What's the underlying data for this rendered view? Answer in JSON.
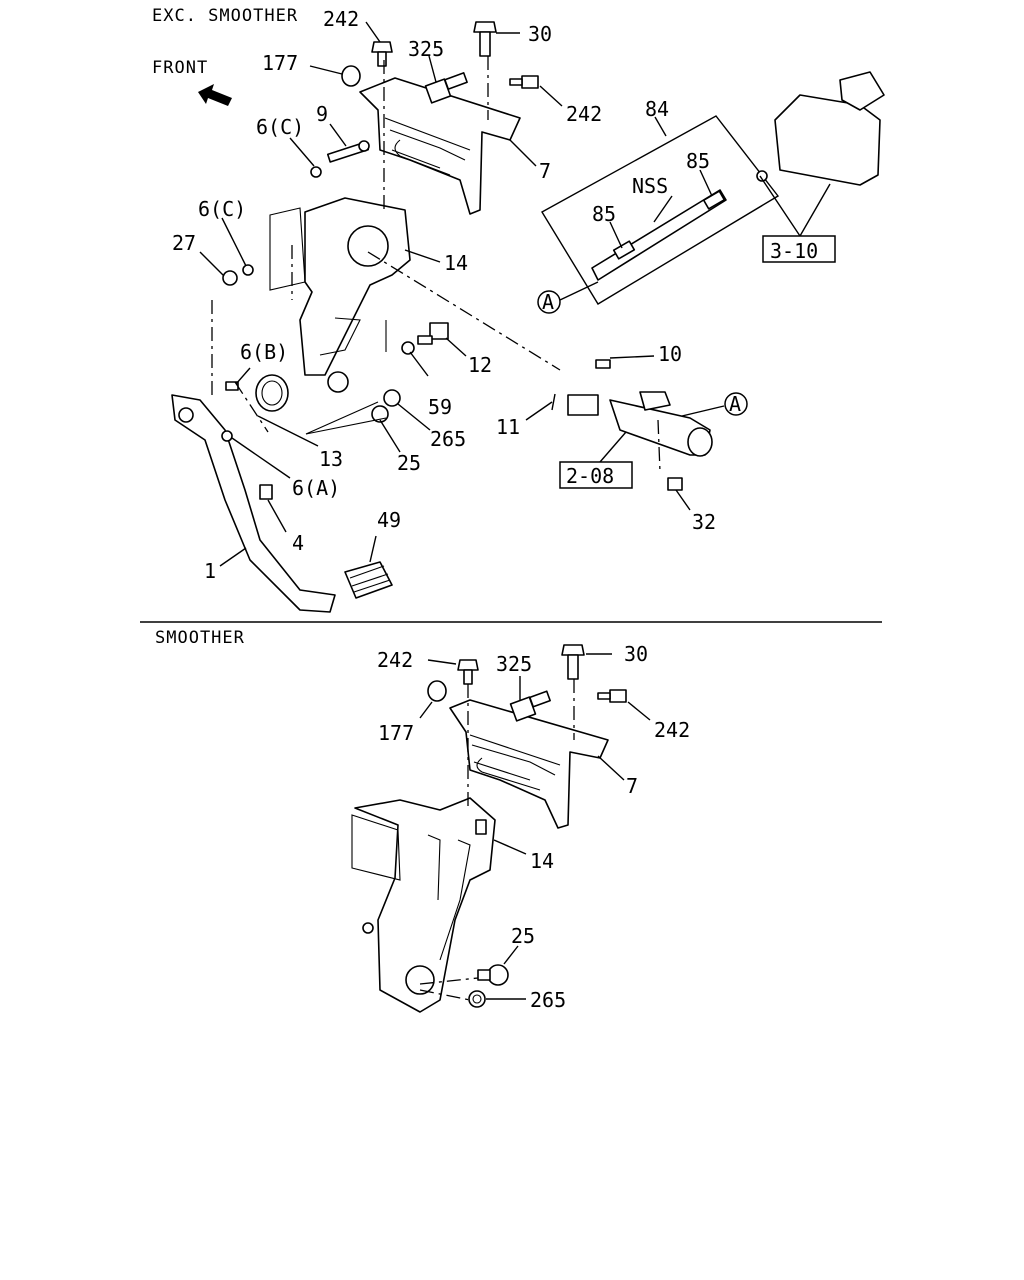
{
  "sections": {
    "top": "EXC. SMOOTHER",
    "bottom": "SMOOTHER"
  },
  "front_label": "FRONT",
  "icons": [
    "front-arrow-icon"
  ],
  "callouts_top": [
    "242",
    "30",
    "325",
    "177",
    "242",
    "9",
    "6(C)",
    "7",
    "84",
    "85",
    "NSS",
    "85",
    "3-10",
    "6(C)",
    "27",
    "14",
    "A",
    "12",
    "10",
    "A",
    "6(B)",
    "59",
    "11",
    "265",
    "13",
    "25",
    "2-08",
    "6(A)",
    "32",
    "4",
    "49",
    "1"
  ],
  "callouts_bottom": [
    "242",
    "325",
    "30",
    "177",
    "242",
    "7",
    "14",
    "25",
    "265"
  ]
}
